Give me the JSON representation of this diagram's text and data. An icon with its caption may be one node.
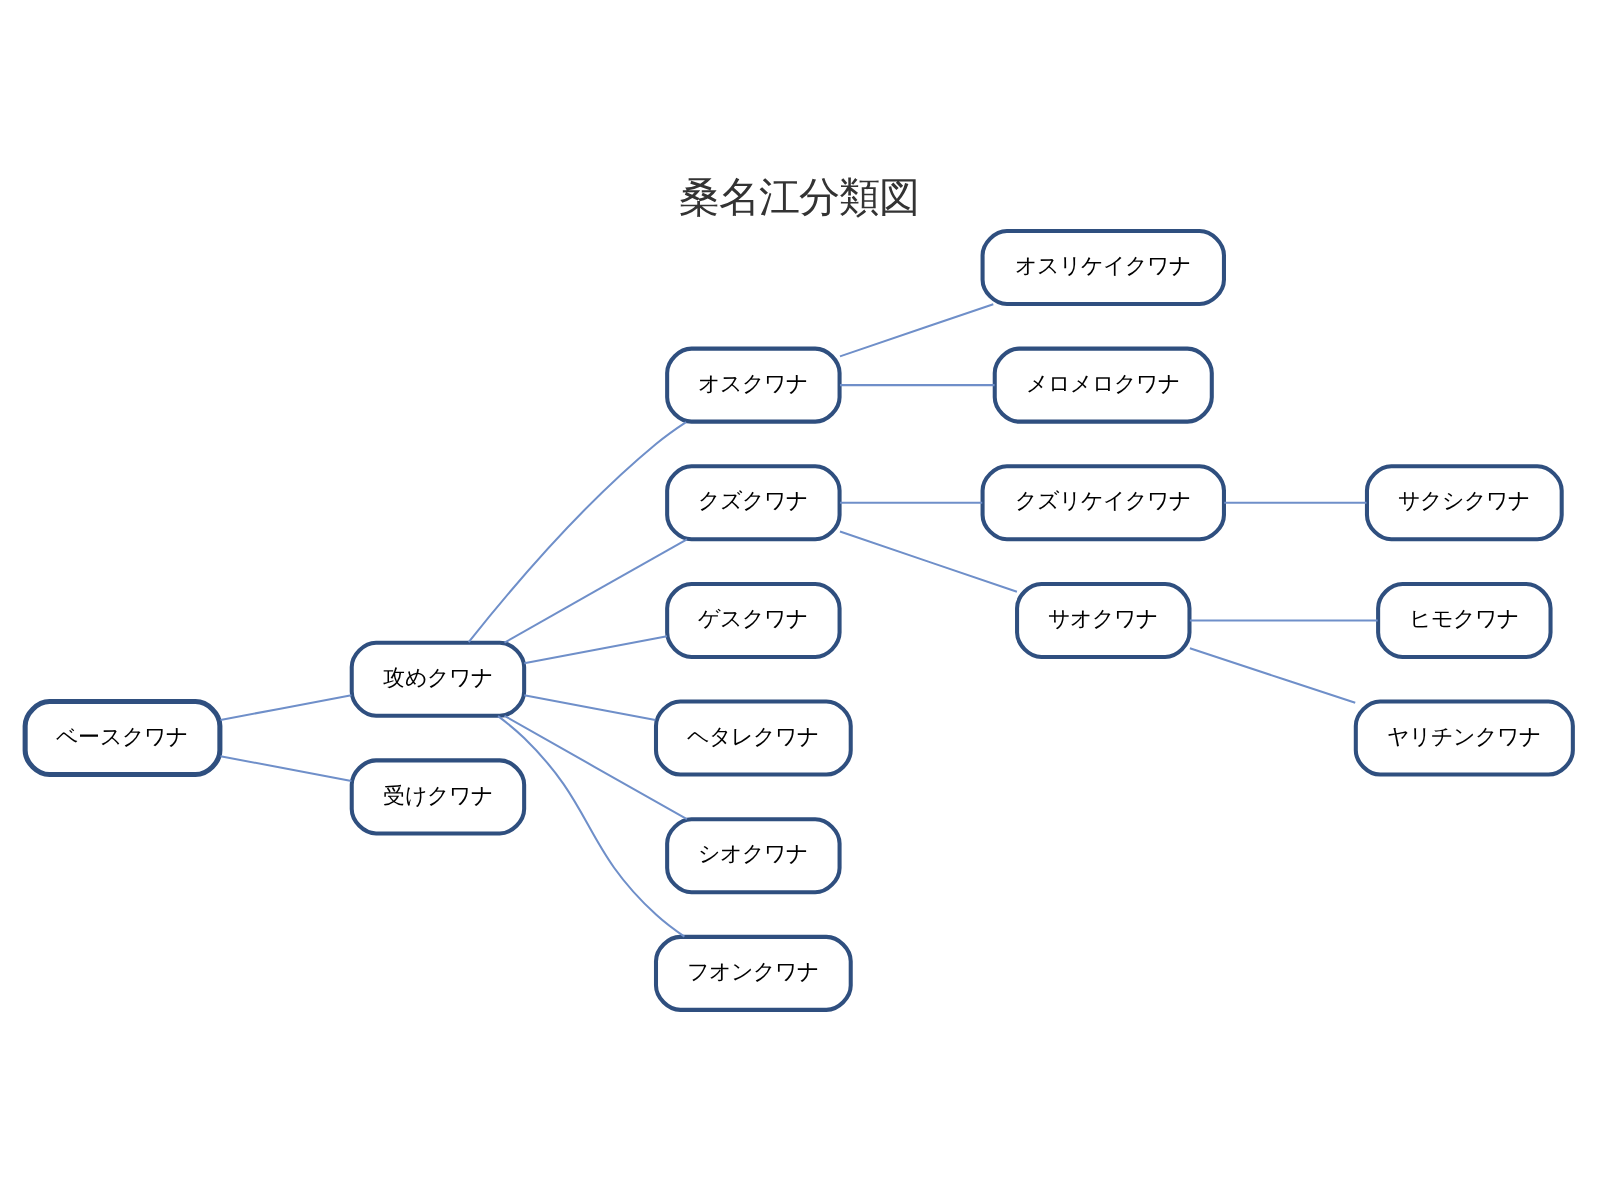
{
  "diagram": {
    "title": "桑名江分類図",
    "nodes": [
      {
        "text": [
          "ベースクワナ"
        ]
      },
      {
        "text": [
          "攻めクワナ"
        ]
      },
      {
        "text": [
          "受けクワナ"
        ]
      },
      {
        "text": [
          "オスクワナ"
        ]
      },
      {
        "text": [
          "クズクワナ"
        ]
      },
      {
        "text": [
          "ゲスクワナ"
        ]
      },
      {
        "text": [
          "ヘタレクワナ"
        ]
      },
      {
        "text": [
          "シオクワナ"
        ]
      },
      {
        "text": [
          "フオンクワナ"
        ]
      },
      {
        "text": [
          "オスリケイクワナ"
        ]
      },
      {
        "text": [
          "メロメロクワナ"
        ]
      },
      {
        "text": [
          "クズリケイクワナ"
        ]
      },
      {
        "text": [
          "サオクワナ"
        ]
      },
      {
        "text": [
          "サクシクワナ"
        ]
      },
      {
        "text": [
          "ヒモクワナ"
        ]
      },
      {
        "text": [
          "ヤリチンクワナ"
        ]
      }
    ],
    "edges": [
      {
        "from": 0,
        "to": 1,
        "arrow": "none"
      },
      {
        "from": 0,
        "to": 2,
        "arrow": "none"
      },
      {
        "from": 1,
        "to": 3,
        "arrow": "none"
      },
      {
        "from": 1,
        "to": 4,
        "arrow": "none"
      },
      {
        "from": 1,
        "to": 5,
        "arrow": "none"
      },
      {
        "from": 1,
        "to": 6,
        "arrow": "none"
      },
      {
        "from": 1,
        "to": 7,
        "arrow": "none"
      },
      {
        "from": 1,
        "to": 8,
        "arrow": "none"
      },
      {
        "from": 3,
        "to": 9,
        "arrow": "none"
      },
      {
        "from": 3,
        "to": 10,
        "arrow": "none"
      },
      {
        "from": 4,
        "to": 11,
        "arrow": "none"
      },
      {
        "from": 4,
        "to": 12,
        "arrow": "none"
      },
      {
        "from": 11,
        "to": 13,
        "arrow": "none"
      },
      {
        "from": 12,
        "to": 14,
        "arrow": "none"
      },
      {
        "from": 12,
        "to": 15,
        "arrow": "none"
      }
    ]
  }
}
